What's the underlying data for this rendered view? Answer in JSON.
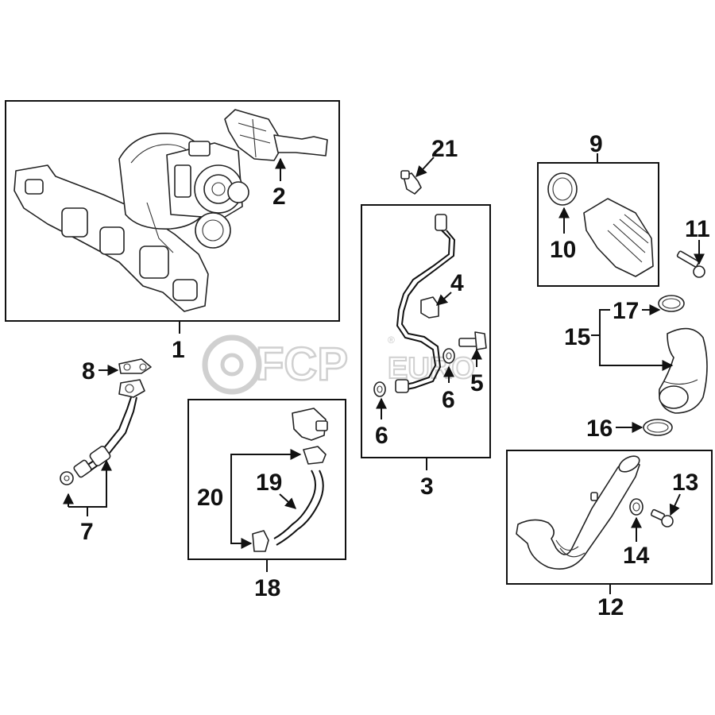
{
  "watermark": {
    "main": "FCP",
    "sub": "EURO",
    "reg": "®"
  },
  "callouts": [
    "1",
    "2",
    "3",
    "4",
    "5",
    "6",
    "6",
    "7",
    "8",
    "9",
    "10",
    "11",
    "12",
    "13",
    "14",
    "15",
    "16",
    "17",
    "18",
    "19",
    "20",
    "21"
  ],
  "colors": {
    "line": "#111111",
    "watermark": "#d0d0d0",
    "part_fill": "#e9e9e9"
  }
}
